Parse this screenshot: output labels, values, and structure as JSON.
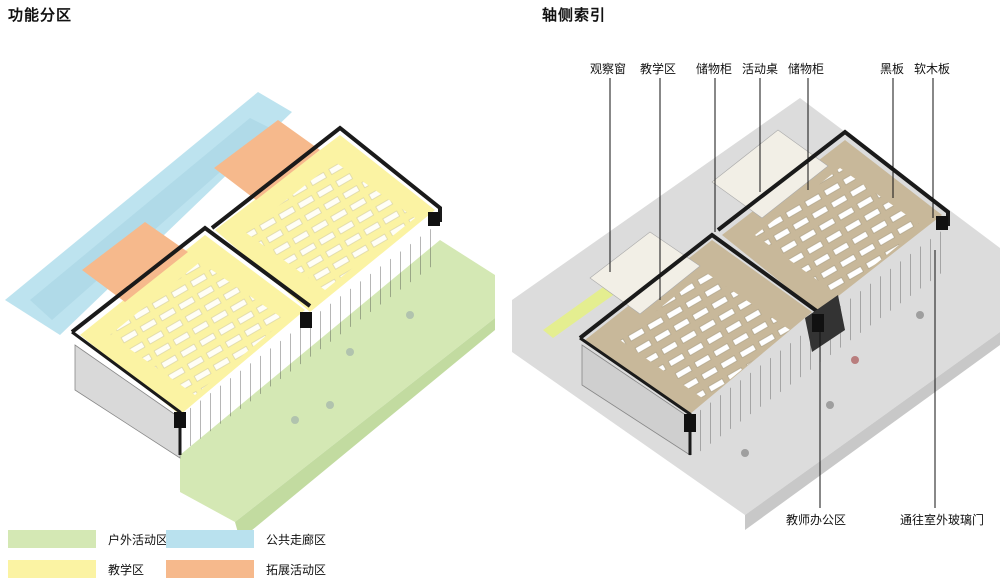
{
  "headings": {
    "functional": "功能分区",
    "axonometric": "轴侧索引"
  },
  "legend": [
    {
      "label": "户外活动区",
      "color": "#d4e8b4"
    },
    {
      "label": "公共走廊区",
      "color": "#b9e1ee"
    },
    {
      "label": "教学区",
      "color": "#fbf3a3"
    },
    {
      "label": "拓展活动区",
      "color": "#f6b98c"
    }
  ],
  "callouts": [
    {
      "id": "observation-window",
      "text": "观察窗"
    },
    {
      "id": "teaching-area",
      "text": "教学区"
    },
    {
      "id": "storage-cabinet-1",
      "text": "储物柜"
    },
    {
      "id": "activity-table",
      "text": "活动桌"
    },
    {
      "id": "storage-cabinet-2",
      "text": "储物柜"
    },
    {
      "id": "blackboard",
      "text": "黑板"
    },
    {
      "id": "corkboard",
      "text": "软木板"
    },
    {
      "id": "teacher-office",
      "text": "教师办公区"
    },
    {
      "id": "glass-door",
      "text": "通往室外玻璃门"
    }
  ],
  "colors": {
    "outdoor": "#d4e8b4",
    "corridor": "#b9e1ee",
    "teaching": "#fbf3a3",
    "expansion": "#f6b98c",
    "floor_tan": "#c8b89a",
    "ground_gray": "#dcdcdc",
    "wall_dark": "#1a1a1a"
  }
}
